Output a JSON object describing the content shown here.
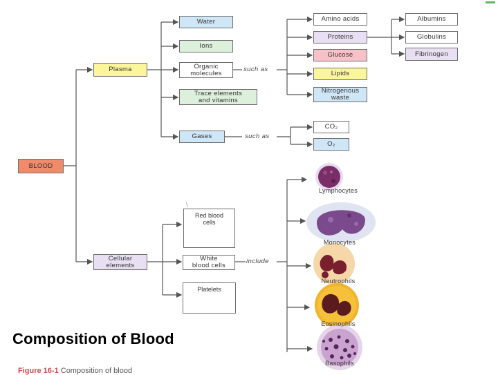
{
  "title": "Composition of Blood",
  "caption": {
    "figure": "Figure 16-1",
    "text": "Composition of blood"
  },
  "colors": {
    "plasma_group": "#fbf59b",
    "water": "#cfe6f6",
    "ions": "#ddf0dc",
    "glucose": "#f6c2c8",
    "blood": "#f08a6a",
    "plasma_proteins": "#e8e0f2"
  },
  "nodes": {
    "blood": "BLOOD",
    "plasma": "Plasma",
    "cellular": "Cellular\nelements",
    "water": "Water",
    "ions": "Ions",
    "organic": "Organic\nmolecules",
    "trace": "Trace elements\nand vitamins",
    "gases": "Gases",
    "amino": "Amino acids",
    "proteins": "Proteins",
    "glucose": "Glucose",
    "lipids": "Lipids",
    "nitro": "Nitrogenous\nwaste",
    "albumins": "Albumins",
    "globulins": "Globulins",
    "fibrinogen": "Fibrinogen",
    "co2": "CO₂",
    "o2": "O₂",
    "rbc": "Red blood\ncells",
    "wbc": "White\nblood cells",
    "platelets": "Platelets"
  },
  "connectors": {
    "organic": "such as",
    "gases": "such as",
    "wbc": "include"
  },
  "white_cells": [
    "Lymphocytes",
    "Monocytes",
    "Neutrophils",
    "Eosinophils",
    "Basophils"
  ]
}
